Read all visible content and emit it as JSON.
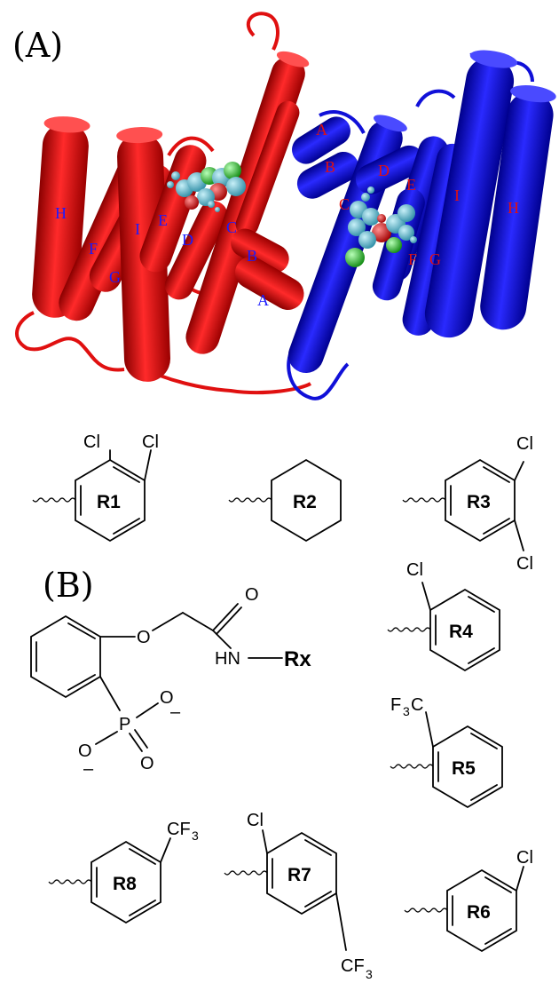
{
  "panel_a": {
    "label": "(A)",
    "red_protein": {
      "color": "#e01010",
      "label_color": "#1a1aff",
      "helix_labels": [
        "H",
        "F",
        "G",
        "I",
        "E",
        "D",
        "C",
        "B",
        "A"
      ]
    },
    "blue_protein": {
      "color": "#1010d8",
      "label_color": "#e01010",
      "helix_labels": [
        "A",
        "B",
        "C",
        "D",
        "E",
        "I",
        "H",
        "F",
        "G"
      ]
    },
    "ligand_colors": {
      "carbon": "#4fb3c8",
      "oxygen": "#e01010",
      "chlorine": "#22c022"
    }
  },
  "panel_b": {
    "label": "(B)",
    "scaffold": {
      "oxygen_ether": "O",
      "carbonyl_o": "O",
      "amide_nh": "HN",
      "rx": "Rx",
      "phosphorus": "P",
      "phosphonate_o1": "O",
      "phosphonate_o2": "O",
      "phosphonate_o3": "O",
      "minus1": "–",
      "minus2": "–"
    },
    "substituents": {
      "r1": {
        "label": "R1",
        "cl1": "Cl",
        "cl2": "Cl"
      },
      "r2": {
        "label": "R2"
      },
      "r3": {
        "label": "R3",
        "cl1": "Cl",
        "cl2": "Cl"
      },
      "r4": {
        "label": "R4",
        "cl": "Cl"
      },
      "r5": {
        "label": "R5",
        "f3c_main": "F",
        "f3c_sub": "3",
        "f3c_c": "C"
      },
      "r6": {
        "label": "R6",
        "cl": "Cl"
      },
      "r7": {
        "label": "R7",
        "cl": "Cl",
        "cf3_c": "CF",
        "cf3_sub": "3"
      },
      "r8": {
        "label": "R8",
        "cf3_c": "CF",
        "cf3_sub": "3"
      }
    }
  }
}
